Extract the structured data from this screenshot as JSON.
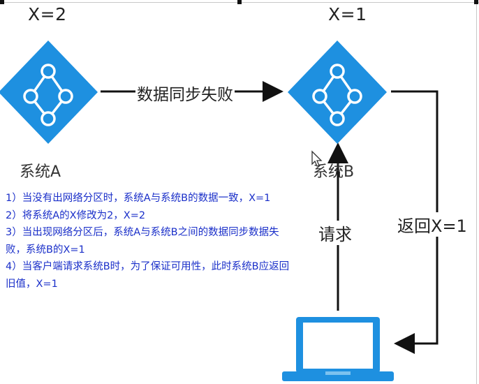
{
  "system_a": {
    "value": "X=2",
    "label": "系统A"
  },
  "system_b": {
    "value": "X=1",
    "label": "系统B"
  },
  "arrows": {
    "sync_failed": "数据同步失败",
    "request": "请求",
    "return": "返回X=1"
  },
  "notes": [
    "1）当没有出网络分区时，系统A与系统B的数据一致，X=1",
    "2）将系统A的X修改为2，X=2",
    "3）当出现网络分区后，系统A与系统B之间的数据同步数据失败，系统B的X=1",
    "4）当客户端请求系统B时，为了保证可用性，此时系统B应返回旧值，X=1"
  ],
  "icons": {
    "node_a": "network-node-icon",
    "node_b": "network-node-icon",
    "client": "laptop-icon"
  },
  "colors": {
    "node": "#1e90e0",
    "note_text": "#1a2fc9",
    "line": "#111111"
  }
}
